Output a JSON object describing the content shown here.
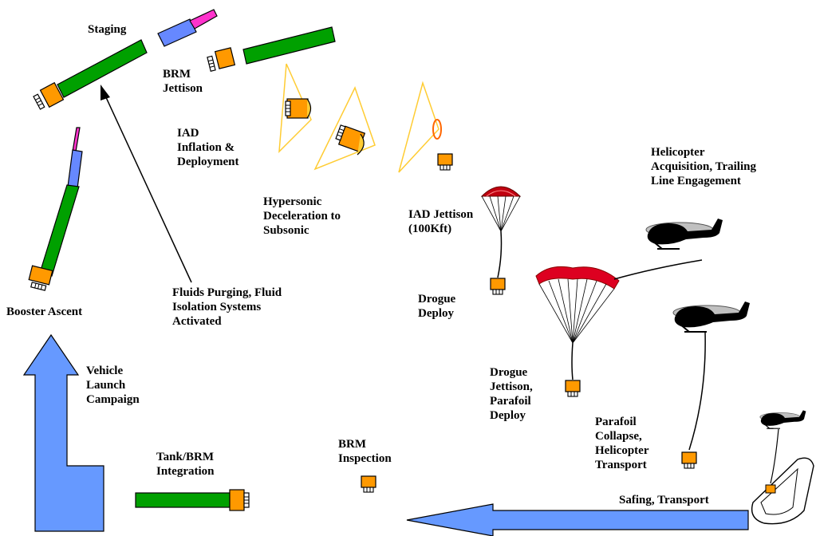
{
  "labels": {
    "staging": [
      "Staging"
    ],
    "brm_jettison": [
      "BRM",
      "Jettison"
    ],
    "iad_inflation": [
      "IAD",
      "Inflation &",
      "Deployment"
    ],
    "hypersonic": [
      "Hypersonic",
      "Deceleration to",
      "Subsonic"
    ],
    "iad_jettison": [
      "IAD Jettison",
      "(100Kft)"
    ],
    "helicopter_acquisition": [
      "Helicopter",
      "Acquisition, Trailing",
      "Line Engagement"
    ],
    "booster_ascent": [
      "Booster Ascent"
    ],
    "fluids_purging": [
      "Fluids Purging, Fluid",
      "Isolation Systems",
      "Activated"
    ],
    "drogue_deploy": [
      "Drogue",
      "Deploy"
    ],
    "drogue_jettison": [
      "Drogue",
      "Jettison,",
      "Parafoil",
      "Deploy"
    ],
    "vehicle_launch": [
      "Vehicle",
      "Launch",
      "Campaign"
    ],
    "parafoil_collapse": [
      "Parafoil",
      "Collapse,",
      "Helicopter",
      "Transport"
    ],
    "tank_brm_integration": [
      "Tank/BRM",
      "Integration"
    ],
    "brm_inspection": [
      "BRM",
      "Inspection"
    ],
    "safing_transport": [
      "Safing, Transport"
    ]
  },
  "colors": {
    "booster_green": "#00a000",
    "upper_stage_blue": "#6688ff",
    "nose_magenta": "#ff33cc",
    "brm_orange": "#ff9900",
    "aeroshell_yellow": "#ffcc33",
    "drogue_red": "#c00010",
    "parafoil_red": "#dd0020",
    "flow_arrow_blue": "#6699ff",
    "helicopter_black": "#000000",
    "rotor_gray": "#c0c0c0"
  },
  "icons": [
    "rocket-engine-icon",
    "brm-module-icon",
    "helicopter-icon",
    "drogue-parachute-icon",
    "parafoil-icon",
    "recovery-boat-icon",
    "inflatable-aeroshell-icon"
  ]
}
